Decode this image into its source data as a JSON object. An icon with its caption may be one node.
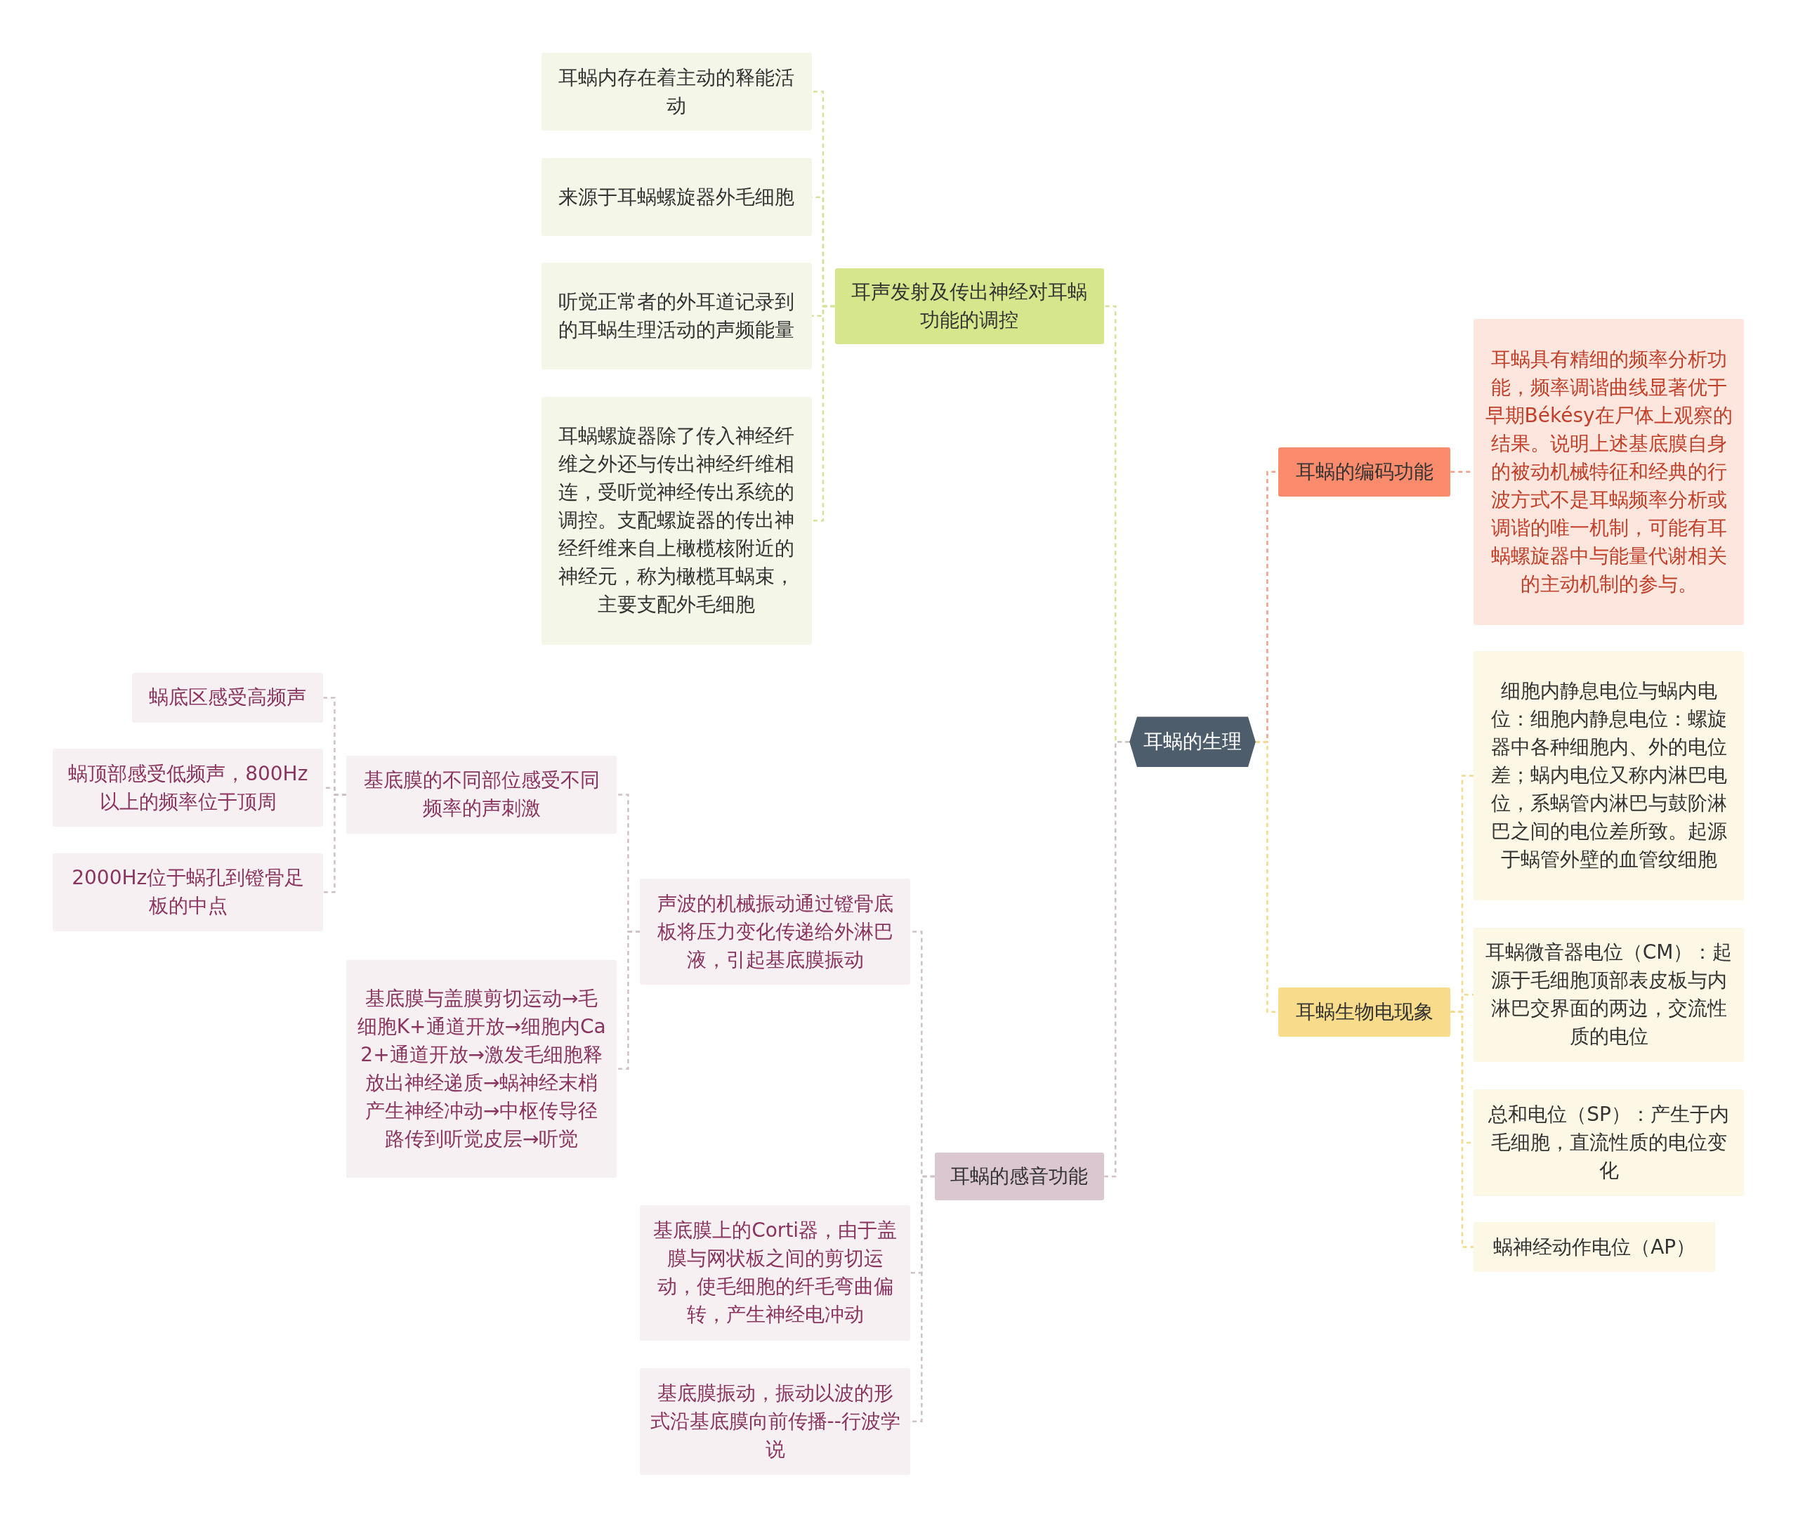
{
  "diagram": {
    "nodes": [
      {
        "text": [
          "耳蜗的生理"
        ]
      },
      {
        "text": [
          "耳声发射及传出神经对耳蜗功能的调控"
        ]
      },
      {
        "text": [
          "耳蜗内存在着主动的释能活动"
        ]
      },
      {
        "text": [
          "来源于耳蜗螺旋器外毛细胞"
        ]
      },
      {
        "text": [
          "听觉正常者的外耳道记录到的耳蜗生理活动的声频能量"
        ]
      },
      {
        "text": [
          "耳蜗螺旋器除了传入神经纤维之外还与传出神经纤维相连，受听觉神经传出系统的调控。支配螺旋器的传出神经纤维来自上橄榄核附近的神经元，称为橄榄耳蜗束，主要支配外毛细胞"
        ]
      },
      {
        "text": [
          "耳蜗的感音功能"
        ]
      },
      {
        "text": [
          "声波的机械振动通过镫骨底板将压力变化传递给外淋巴液，引起基底膜振动"
        ]
      },
      {
        "text": [
          "基底膜的不同部位感受不同频率的声刺激"
        ]
      },
      {
        "text": [
          "蜗底区感受高频声"
        ]
      },
      {
        "text": [
          "蜗顶部感受低频声，800Hz以上的频率位于顶周"
        ]
      },
      {
        "text": [
          "2000Hz位于蜗孔到镫骨足板的中点"
        ]
      },
      {
        "text": [
          "基底膜与盖膜剪切运动→毛细胞K+通道开放→细胞内Ca2+通道开放→激发毛细胞释放出神经递质→蜗神经末梢产生神经冲动→中枢传导径路传到听觉皮层→听觉"
        ]
      },
      {
        "text": [
          "基底膜上的Corti器，由于盖膜与网状板之间的剪切运动，使毛细胞的纤毛弯曲偏转，产生神经电冲动"
        ]
      },
      {
        "text": [
          "基底膜振动，振动以波的形式沿基底膜向前传播--行波学说"
        ]
      },
      {
        "text": [
          "耳蜗的编码功能"
        ]
      },
      {
        "text": [
          "耳蜗具有精细的频率分析功能，频率调谐曲线显著优于早期Békésy在尸体上观察的结果。说明上述基底膜自身的被动机械特征和经典的行波方式不是耳蜗频率分析或调谐的唯一机制，可能有耳蜗螺旋器中与能量代谢相关的主动机制的参与。"
        ]
      },
      {
        "text": [
          "耳蜗生物电现象"
        ]
      },
      {
        "text": [
          "细胞内静息电位与蜗内电位：细胞内静息电位：螺旋器中各种细胞内、外的电位差；蜗内电位又称内淋巴电位，系蜗管内淋巴与鼓阶淋巴之间的电位差所致。起源于蜗管外壁的血管纹细胞"
        ]
      },
      {
        "text": [
          "耳蜗微音器电位（CM）：起源于毛细胞顶部表皮板与内淋巴交界面的两边，交流性质的电位"
        ]
      },
      {
        "text": [
          "总和电位（SP）：产生于内毛细胞，直流性质的电位变化"
        ]
      },
      {
        "text": [
          "蜗神经动作电位（AP）"
        ]
      }
    ],
    "edges": [
      {
        "from": 0,
        "to": 1,
        "arrow": "none",
        "style": "dashed",
        "color": "#d3e29a"
      },
      {
        "from": 1,
        "to": 2,
        "arrow": "none",
        "style": "dashed",
        "color": "#d3e29a"
      },
      {
        "from": 1,
        "to": 3,
        "arrow": "none",
        "style": "dashed",
        "color": "#d3e29a"
      },
      {
        "from": 1,
        "to": 4,
        "arrow": "none",
        "style": "dashed",
        "color": "#d3e29a"
      },
      {
        "from": 1,
        "to": 5,
        "arrow": "none",
        "style": "dashed",
        "color": "#d3e29a"
      },
      {
        "from": 0,
        "to": 6,
        "arrow": "none",
        "style": "dashed"
      },
      {
        "from": 6,
        "to": 7,
        "arrow": "none",
        "style": "dashed"
      },
      {
        "from": 7,
        "to": 8,
        "arrow": "none",
        "style": "dashed"
      },
      {
        "from": 8,
        "to": 9,
        "arrow": "none",
        "style": "dashed"
      },
      {
        "from": 8,
        "to": 10,
        "arrow": "none",
        "style": "dashed"
      },
      {
        "from": 8,
        "to": 11,
        "arrow": "none",
        "style": "dashed"
      },
      {
        "from": 7,
        "to": 12,
        "arrow": "none",
        "style": "dashed"
      },
      {
        "from": 6,
        "to": 13,
        "arrow": "none",
        "style": "dashed"
      },
      {
        "from": 6,
        "to": 14,
        "arrow": "none",
        "style": "dashed"
      },
      {
        "from": 0,
        "to": 15,
        "arrow": "none",
        "style": "dashed",
        "color": "#f0a088"
      },
      {
        "from": 15,
        "to": 16,
        "arrow": "none",
        "style": "dashed",
        "color": "#f0a088"
      },
      {
        "from": 0,
        "to": 17,
        "arrow": "none",
        "style": "dashed",
        "color": "#f3d98a"
      },
      {
        "from": 17,
        "to": 18,
        "arrow": "none",
        "style": "dashed",
        "color": "#f3d98a"
      },
      {
        "from": 17,
        "to": 19,
        "arrow": "none",
        "style": "dashed",
        "color": "#f3d98a"
      },
      {
        "from": 17,
        "to": 20,
        "arrow": "none",
        "style": "dashed",
        "color": "#f3d98a"
      },
      {
        "from": 17,
        "to": 21,
        "arrow": "none",
        "style": "dashed",
        "color": "#f3d98a"
      }
    ]
  }
}
